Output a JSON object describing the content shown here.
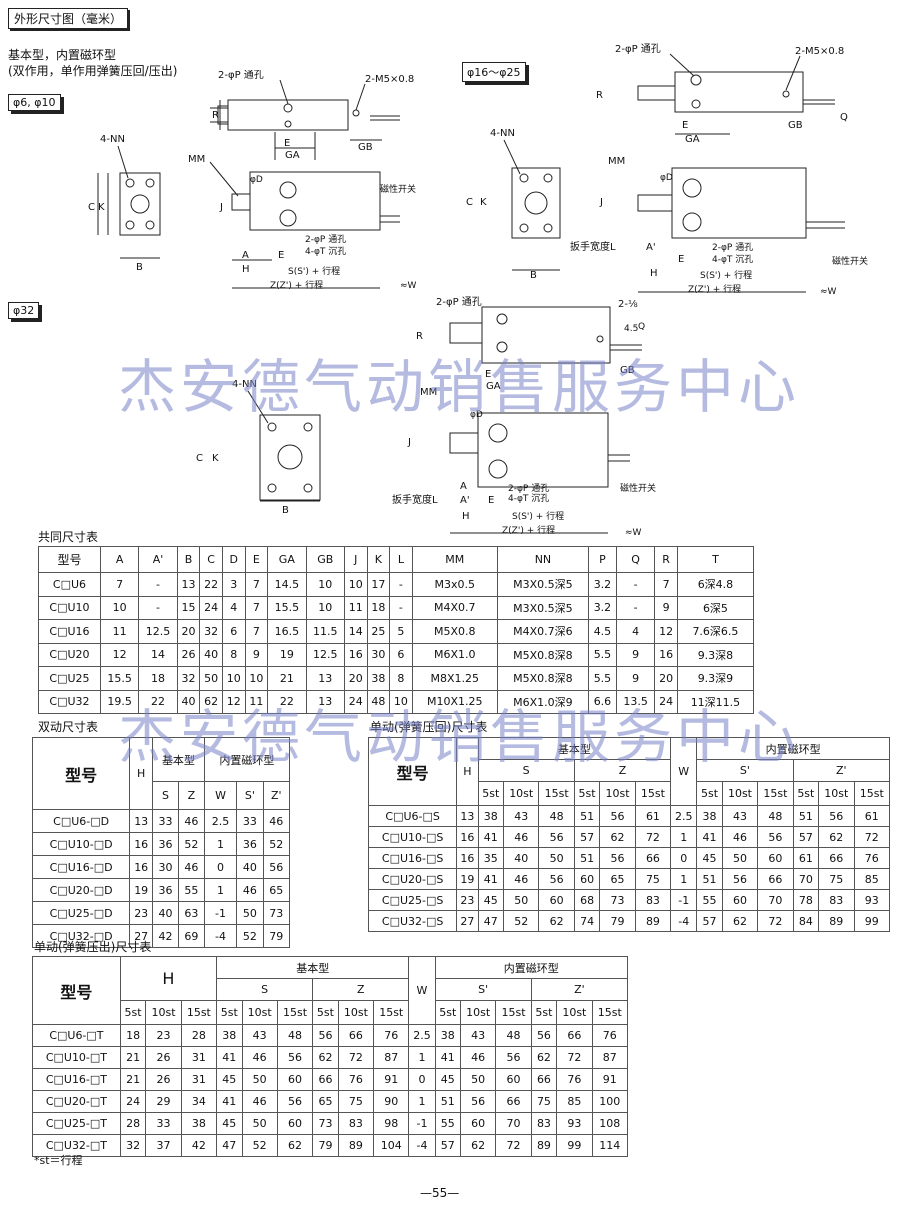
{
  "header": {
    "title": "外形尺寸图（毫米）"
  },
  "notes": {
    "line1": "基本型，内置磁环型",
    "line2": "(双作用，单作用弹簧压回/压出)"
  },
  "diagram_labels": {
    "d1": "φ6, φ10",
    "d2": "φ16～φ25",
    "d3": "φ32",
    "through_hole": "2-φP 通孔",
    "m5": "2-M5×0.8",
    "nn": "4-NN",
    "mm": "MM",
    "counterbore": "4-φT 沉孔",
    "switch": "磁性开关",
    "wrench": "扳手宽度L",
    "s_stroke": "S(S') + 行程",
    "z_stroke": "Z(Z') + 行程",
    "w": "≈W",
    "m18": "2-⅛",
    "r": "R",
    "e": "E",
    "ga": "GA",
    "gb": "GB",
    "q": "Q",
    "k": "K",
    "c": "C",
    "b": "B",
    "j": "J",
    "a": "A",
    "a2": "A'",
    "h": "H",
    "od": "φD",
    "f45": "4.5"
  },
  "watermark": {
    "text": "杰安德气动销售服务中心"
  },
  "common": {
    "caption": "共同尺寸表",
    "headers": [
      "型号",
      "A",
      "A'",
      "B",
      "C",
      "D",
      "E",
      "GA",
      "GB",
      "J",
      "K",
      "L",
      "MM",
      "NN",
      "P",
      "Q",
      "R",
      "T"
    ],
    "rows": [
      [
        "C□U6",
        "7",
        "-",
        "13",
        "22",
        "3",
        "7",
        "14.5",
        "10",
        "10",
        "17",
        "-",
        "M3x0.5",
        "M3X0.5深5",
        "3.2",
        "-",
        "7",
        "6深4.8"
      ],
      [
        "C□U10",
        "10",
        "-",
        "15",
        "24",
        "4",
        "7",
        "15.5",
        "10",
        "11",
        "18",
        "-",
        "M4X0.7",
        "M3X0.5深5",
        "3.2",
        "-",
        "9",
        "6深5"
      ],
      [
        "C□U16",
        "11",
        "12.5",
        "20",
        "32",
        "6",
        "7",
        "16.5",
        "11.5",
        "14",
        "25",
        "5",
        "M5X0.8",
        "M4X0.7深6",
        "4.5",
        "4",
        "12",
        "7.6深6.5"
      ],
      [
        "C□U20",
        "12",
        "14",
        "26",
        "40",
        "8",
        "9",
        "19",
        "12.5",
        "16",
        "30",
        "6",
        "M6X1.0",
        "M5X0.8深8",
        "5.5",
        "9",
        "16",
        "9.3深8"
      ],
      [
        "C□U25",
        "15.5",
        "18",
        "32",
        "50",
        "10",
        "10",
        "21",
        "13",
        "20",
        "38",
        "8",
        "M8X1.25",
        "M5X0.8深8",
        "5.5",
        "9",
        "20",
        "9.3深9"
      ],
      [
        "C□U32",
        "19.5",
        "22",
        "40",
        "62",
        "12",
        "11",
        "22",
        "13",
        "24",
        "48",
        "10",
        "M10X1.25",
        "M6X1.0深9",
        "6.6",
        "13.5",
        "24",
        "11深11.5"
      ]
    ]
  },
  "double": {
    "caption": "双动尺寸表",
    "model": "型号",
    "h": "H",
    "basic": "基本型",
    "magnet": "内置磁环型",
    "sub": [
      "S",
      "Z",
      "W",
      "S'",
      "Z'"
    ],
    "rows": [
      [
        "C□U6-□D",
        "13",
        "33",
        "46",
        "2.5",
        "33",
        "46"
      ],
      [
        "C□U10-□D",
        "16",
        "36",
        "52",
        "1",
        "36",
        "52"
      ],
      [
        "C□U16-□D",
        "16",
        "30",
        "46",
        "0",
        "40",
        "56"
      ],
      [
        "C□U20-□D",
        "19",
        "36",
        "55",
        "1",
        "46",
        "65"
      ],
      [
        "C□U25-□D",
        "23",
        "40",
        "63",
        "-1",
        "50",
        "73"
      ],
      [
        "C□U32-□D",
        "27",
        "42",
        "69",
        "-4",
        "52",
        "79"
      ]
    ]
  },
  "single_return": {
    "caption": "单动(弹簧压回)尺寸表",
    "model": "型号",
    "h": "H",
    "basic": "基本型",
    "magnet": "内置磁环型",
    "w": "W",
    "s": "S",
    "z": "Z",
    "s2": "S'",
    "z2": "Z'",
    "st": [
      "5st",
      "10st",
      "15st"
    ],
    "rows": [
      [
        "C□U6-□S",
        "13",
        "38",
        "43",
        "48",
        "51",
        "56",
        "61",
        "2.5",
        "38",
        "43",
        "48",
        "51",
        "56",
        "61"
      ],
      [
        "C□U10-□S",
        "16",
        "41",
        "46",
        "56",
        "57",
        "62",
        "72",
        "1",
        "41",
        "46",
        "56",
        "57",
        "62",
        "72"
      ],
      [
        "C□U16-□S",
        "16",
        "35",
        "40",
        "50",
        "51",
        "56",
        "66",
        "0",
        "45",
        "50",
        "60",
        "61",
        "66",
        "76"
      ],
      [
        "C□U20-□S",
        "19",
        "41",
        "46",
        "56",
        "60",
        "65",
        "75",
        "1",
        "51",
        "56",
        "66",
        "70",
        "75",
        "85"
      ],
      [
        "C□U25-□S",
        "23",
        "45",
        "50",
        "60",
        "68",
        "73",
        "83",
        "-1",
        "55",
        "60",
        "70",
        "78",
        "83",
        "93"
      ],
      [
        "C□U32-□S",
        "27",
        "47",
        "52",
        "62",
        "74",
        "79",
        "89",
        "-4",
        "57",
        "62",
        "72",
        "84",
        "89",
        "99"
      ]
    ]
  },
  "single_extend": {
    "caption": "单动(弹簧压出)尺寸表",
    "model": "型号",
    "h": "H",
    "basic": "基本型",
    "magnet": "内置磁环型",
    "w": "W",
    "s": "S",
    "z": "Z",
    "s2": "S'",
    "z2": "Z'",
    "st": [
      "5st",
      "10st",
      "15st"
    ],
    "rows": [
      [
        "C□U6-□T",
        "18",
        "23",
        "28",
        "38",
        "43",
        "48",
        "56",
        "66",
        "76",
        "2.5",
        "38",
        "43",
        "48",
        "56",
        "66",
        "76"
      ],
      [
        "C□U10-□T",
        "21",
        "26",
        "31",
        "41",
        "46",
        "56",
        "62",
        "72",
        "87",
        "1",
        "41",
        "46",
        "56",
        "62",
        "72",
        "87"
      ],
      [
        "C□U16-□T",
        "21",
        "26",
        "31",
        "45",
        "50",
        "60",
        "66",
        "76",
        "91",
        "0",
        "45",
        "50",
        "60",
        "66",
        "76",
        "91"
      ],
      [
        "C□U20-□T",
        "24",
        "29",
        "34",
        "41",
        "46",
        "56",
        "65",
        "75",
        "90",
        "1",
        "51",
        "56",
        "66",
        "75",
        "85",
        "100"
      ],
      [
        "C□U25-□T",
        "28",
        "33",
        "38",
        "45",
        "50",
        "60",
        "73",
        "83",
        "98",
        "-1",
        "55",
        "60",
        "70",
        "83",
        "93",
        "108"
      ],
      [
        "C□U32-□T",
        "32",
        "37",
        "42",
        "47",
        "52",
        "62",
        "79",
        "89",
        "104",
        "-4",
        "57",
        "62",
        "72",
        "89",
        "99",
        "114"
      ]
    ]
  },
  "footnote": "*st＝行程",
  "page_number": "—55—"
}
